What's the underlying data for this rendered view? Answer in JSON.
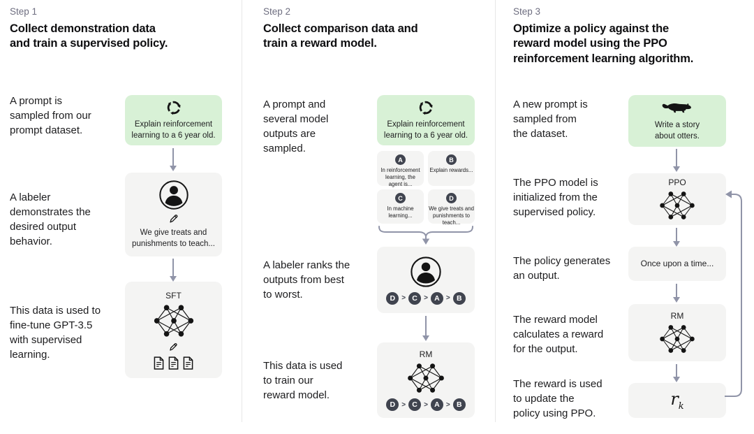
{
  "colors": {
    "prompt_box_green": "#d8f1d6",
    "process_box_gray": "#f4f4f3",
    "badge_dark": "#40444f",
    "arrow_gray": "#9094a8",
    "divider": "#e7e7e7",
    "step_label_gray": "#6e6e80"
  },
  "steps": [
    {
      "label": "Step 1",
      "title": "Collect demonstration data\nand train a supervised policy.",
      "captions": [
        "A prompt is\nsampled from our\nprompt dataset.",
        "A labeler\ndemonstrates the\ndesired output\nbehavior.",
        "This data is used to\nfine-tune GPT-3.5\nwith supervised\nlearning."
      ],
      "prompt_text": "Explain reinforcement\nlearning to a 6 year old.",
      "demo_text": "We give treats and\npunishments to teach...",
      "sft_label": "SFT"
    },
    {
      "label": "Step 2",
      "title": "Collect comparison data and\ntrain a reward model.",
      "captions": [
        "A prompt and\nseveral model\noutputs are\nsampled.",
        "A labeler ranks the\noutputs from best\nto worst.",
        "This data is used\nto train our\nreward model."
      ],
      "prompt_text": "Explain reinforcement\nlearning to a 6 year old.",
      "answers": [
        {
          "letter": "A",
          "text": "In reinforcement\nlearning, the\nagent is..."
        },
        {
          "letter": "B",
          "text": "Explain rewards..."
        },
        {
          "letter": "C",
          "text": "In machine\nlearning..."
        },
        {
          "letter": "D",
          "text": "We give treats and\npunishments to\nteach..."
        }
      ],
      "ranking": {
        "items": [
          "D",
          "C",
          "A",
          "B"
        ],
        "sep": ">"
      },
      "rm_label": "RM"
    },
    {
      "label": "Step 3",
      "title": "Optimize a policy against the\nreward model using the PPO\nreinforcement learning algorithm.",
      "captions": [
        "A new prompt is\nsampled from\nthe dataset.",
        "The PPO model is\ninitialized from the\nsupervised policy.",
        "The policy generates\nan output.",
        "The reward model\ncalculates a reward\nfor the output.",
        "The reward is used\nto update the\npolicy using PPO."
      ],
      "prompt_text": "Write a story\nabout otters.",
      "ppo_label": "PPO",
      "output_text": "Once upon a time...",
      "rm_label": "RM",
      "reward_symbol": "r",
      "reward_subscript": "k"
    }
  ]
}
